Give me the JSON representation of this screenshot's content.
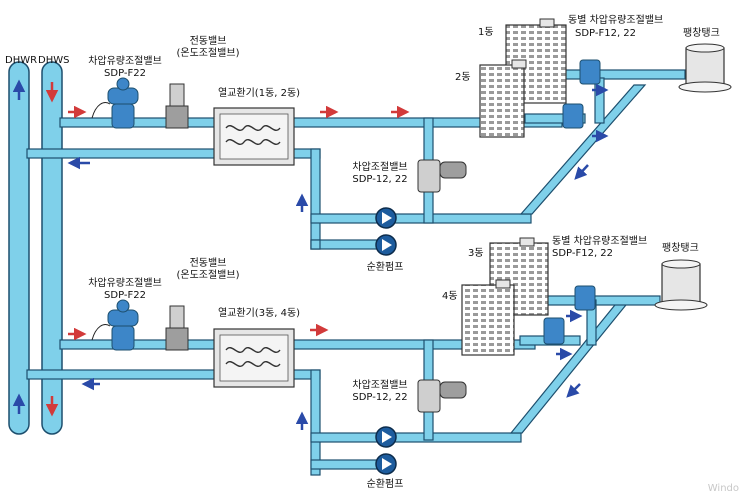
{
  "pipes": {
    "dhwr": "DHWR",
    "dhws": "DHWS"
  },
  "upper": {
    "diff_flow_valve_title": "차압유량조절밸브",
    "diff_flow_valve_model": "SDP-F22",
    "motor_valve_title": "전동밸브",
    "motor_valve_sub": "(온도조절밸브)",
    "heat_exchanger": "열교환기(1동, 2동)",
    "building_a": "1동",
    "building_b": "2동",
    "per_building_valve_title": "동별 차압유량조절밸브",
    "per_building_valve_model": "SDP-F12, 22",
    "expansion_tank": "팽창탱크",
    "diff_valve_title": "차압조절밸브",
    "diff_valve_model": "SDP-12, 22",
    "pump": "순환펌프"
  },
  "lower": {
    "diff_flow_valve_title": "차압유량조절밸브",
    "diff_flow_valve_model": "SDP-F22",
    "motor_valve_title": "전동밸브",
    "motor_valve_sub": "(온도조절밸브)",
    "heat_exchanger": "열교환기(3동, 4동)",
    "building_a": "3동",
    "building_b": "4동",
    "per_building_valve_title": "동별 차압유량조절밸브",
    "per_building_valve_model": "SDP-F12, 22",
    "expansion_tank": "팽창탱크",
    "diff_valve_title": "차압조절밸브",
    "diff_valve_model": "SDP-12, 22",
    "pump": "순환펌프"
  },
  "watermark": "Windo",
  "colors": {
    "pipe_fill": "#7fd0ea",
    "pipe_stroke": "#1d4f6e",
    "supply_arrow": "#d23a3a",
    "return_arrow": "#2a4aa8",
    "pump_fill": "#1d5c9e",
    "valve_fill": "#3d86c8"
  }
}
